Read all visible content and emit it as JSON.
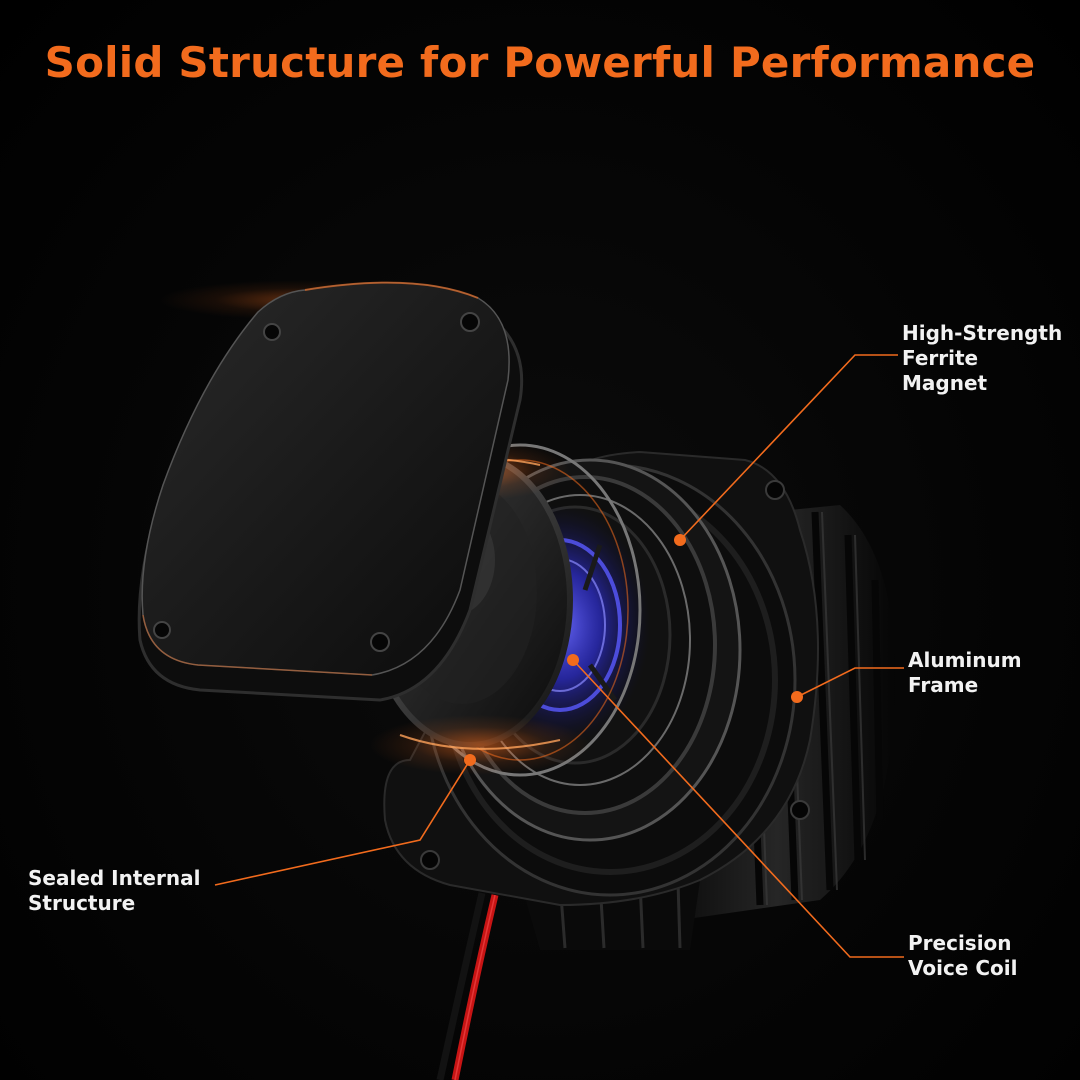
{
  "headline": "Solid Structure for Powerful Performance",
  "colors": {
    "accent": "#f26b1d",
    "background": "#000000",
    "label_text": "#f2f2f2",
    "coil_glow": "#3b3bff"
  },
  "callouts": {
    "magnet": {
      "lines": [
        "High-Strength",
        "Ferrite",
        "Magnet"
      ]
    },
    "frame": {
      "lines": [
        "Aluminum",
        "Frame"
      ]
    },
    "sealed": {
      "lines": [
        "Sealed Internal",
        "Structure"
      ]
    },
    "coil": {
      "lines": [
        "Precision",
        "Voice Coil"
      ]
    }
  }
}
